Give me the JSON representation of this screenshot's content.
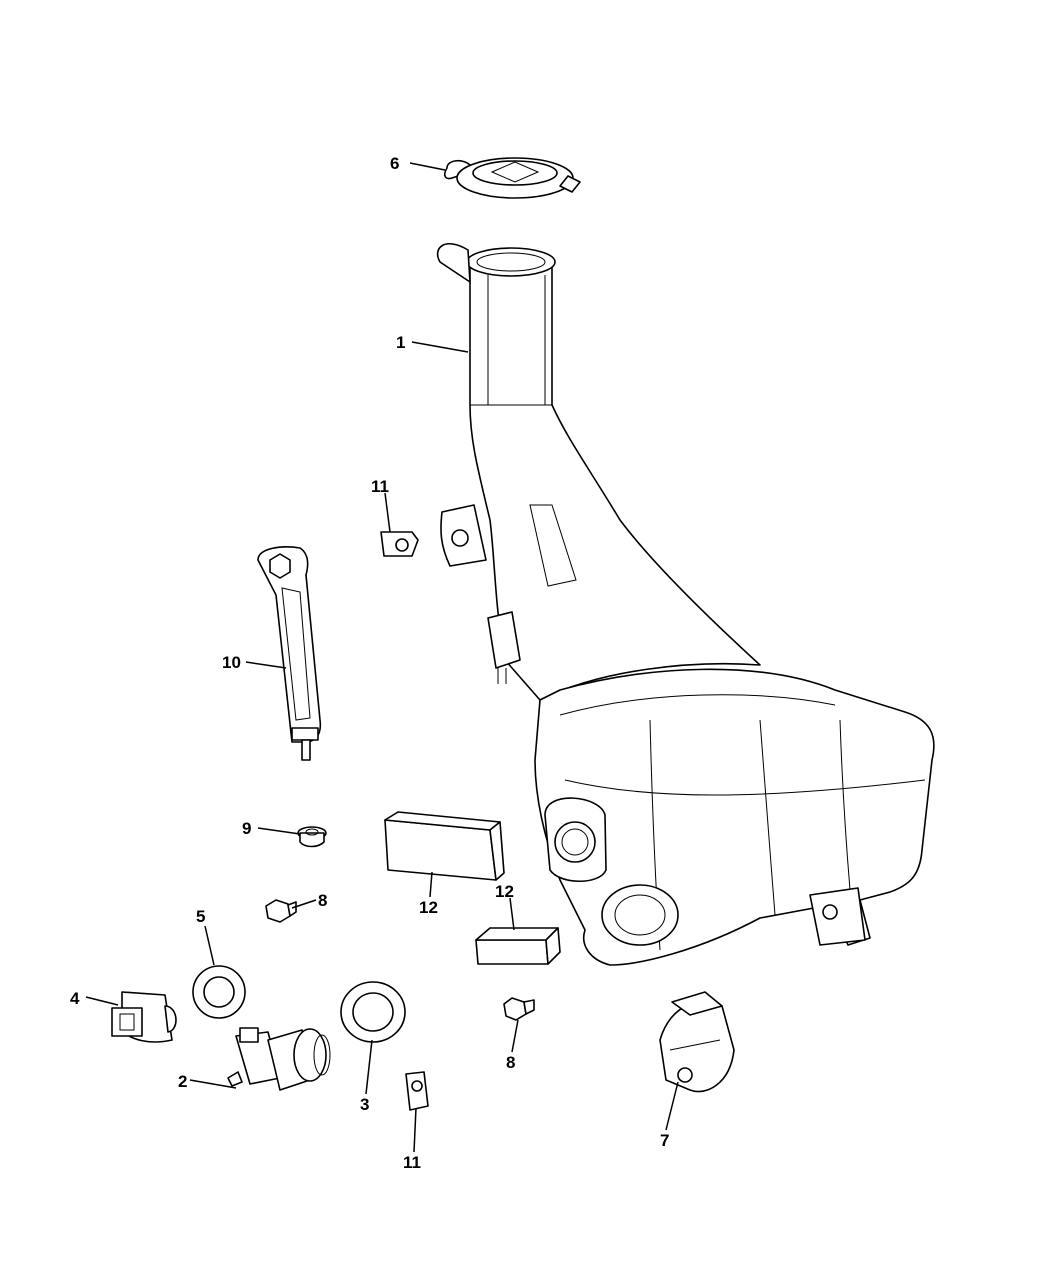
{
  "callouts": {
    "c1": "1",
    "c2": "2",
    "c3": "3",
    "c4": "4",
    "c5": "5",
    "c6": "6",
    "c7": "7",
    "c8a": "8",
    "c8b": "8",
    "c9": "9",
    "c10": "10",
    "c11a": "11",
    "c11b": "11",
    "c12a": "12",
    "c12b": "12"
  }
}
